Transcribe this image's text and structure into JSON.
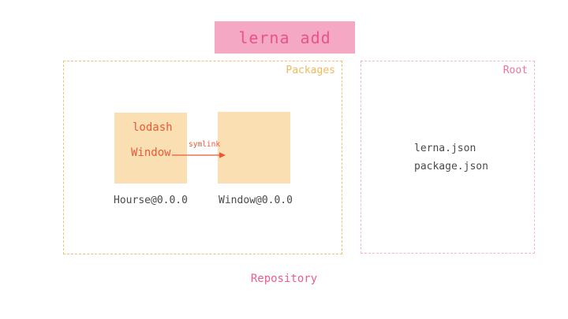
{
  "title": "lerna add",
  "colors": {
    "title_bg": "#f5a8c3",
    "title_text": "#e8538a",
    "packages_border": "#eec36e",
    "packages_label": "#efb95c",
    "package_fill": "#fadfb2",
    "package_text": "#e8593a",
    "root_border": "#f5b8cb",
    "root_label": "#f0729f",
    "file_text": "#4a4a4a",
    "repository_text": "#ee5d8f"
  },
  "packages_panel": {
    "label": "Packages",
    "left_package": {
      "dependencies": [
        "lodash",
        "Window"
      ],
      "name": "Hourse@0.0.0"
    },
    "arrow_label": "symlink",
    "right_package": {
      "name": "Window@0.0.0"
    }
  },
  "root_panel": {
    "label": "Root",
    "files": [
      "lerna.json",
      "package.json"
    ]
  },
  "footer": "Repository"
}
